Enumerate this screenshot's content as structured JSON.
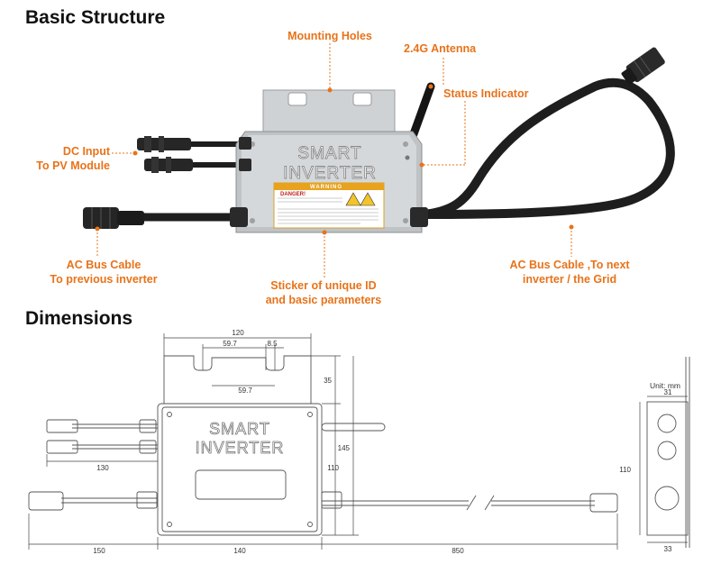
{
  "headings": {
    "basic_structure": "Basic Structure",
    "dimensions": "Dimensions"
  },
  "callouts": {
    "mounting_holes": "Mounting Holes",
    "antenna": "2.4G Antenna",
    "status_indicator": "Status Indicator",
    "dc_input_line1": "DC Input",
    "dc_input_line2": "To PV Module",
    "ac_prev_line1": "AC Bus Cable",
    "ac_prev_line2": "To previous inverter",
    "sticker_line1": "Sticker of unique ID",
    "sticker_line2": "and basic parameters",
    "ac_next_line1": "AC Bus Cable ,To next",
    "ac_next_line2": "inverter / the Grid"
  },
  "device": {
    "brand_line1": "SMART",
    "brand_line2": "INVERTER",
    "warning_title": "DANGER!",
    "warning_banner": "WARNING"
  },
  "dimensions": {
    "unit_label": "Unit: mm",
    "width_120": "120",
    "hole_pitch_top": "59.7",
    "slot_width": "8.5",
    "hole_pitch_bottom": "59.7",
    "tab_height": "35",
    "total_height": "145",
    "body_height": "110",
    "dc_cable_len": "130",
    "ac_left_len": "150",
    "body_width": "140",
    "ac_right_len": "850",
    "side_height": "110",
    "side_top_depth": "31",
    "side_bottom_depth": "33"
  },
  "colors": {
    "accent": "#e8731a",
    "heading": "#111111"
  }
}
